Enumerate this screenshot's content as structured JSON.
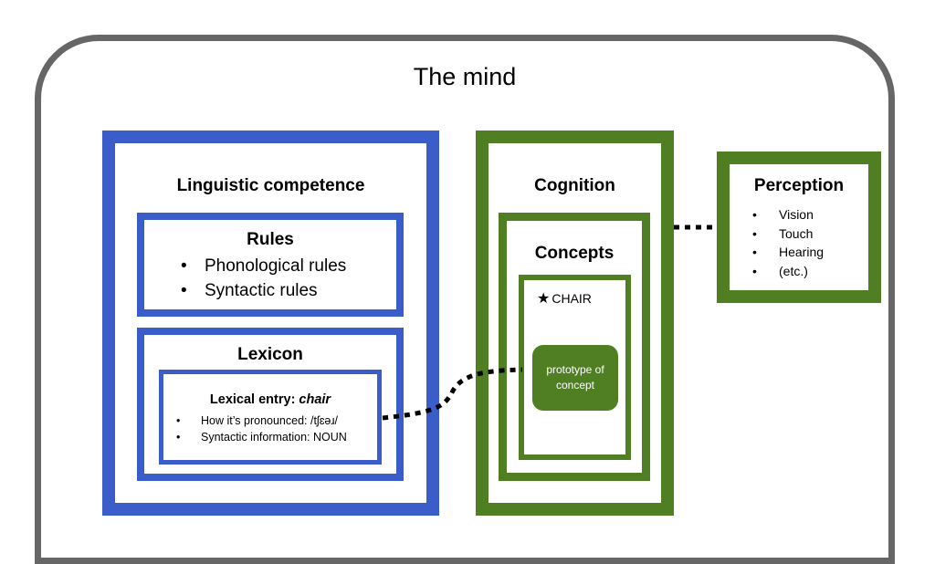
{
  "mind": {
    "title": "The mind"
  },
  "linguistic_competence": {
    "title": "Linguistic competence",
    "rules": {
      "title": "Rules",
      "items": [
        "Phonological rules",
        "Syntactic rules"
      ]
    },
    "lexicon": {
      "title": "Lexicon",
      "entry": {
        "title_prefix": "Lexical entry: ",
        "title_word": "chair",
        "items": [
          "How it’s pronounced: /tʃɛəɹ/",
          "Syntactic information: NOUN"
        ]
      }
    }
  },
  "cognition": {
    "title": "Cognition",
    "concepts": {
      "title": "Concepts",
      "concept": {
        "star": "★",
        "label": "CHAIR",
        "prototype": "prototype of concept"
      }
    }
  },
  "perception": {
    "title": "Perception",
    "items": [
      "Vision",
      "Touch",
      "Hearing",
      "(etc.)"
    ]
  },
  "colors": {
    "linguistic": "#3a5dc9",
    "cognitive": "#4f7f22",
    "mind_frame": "#666666"
  }
}
